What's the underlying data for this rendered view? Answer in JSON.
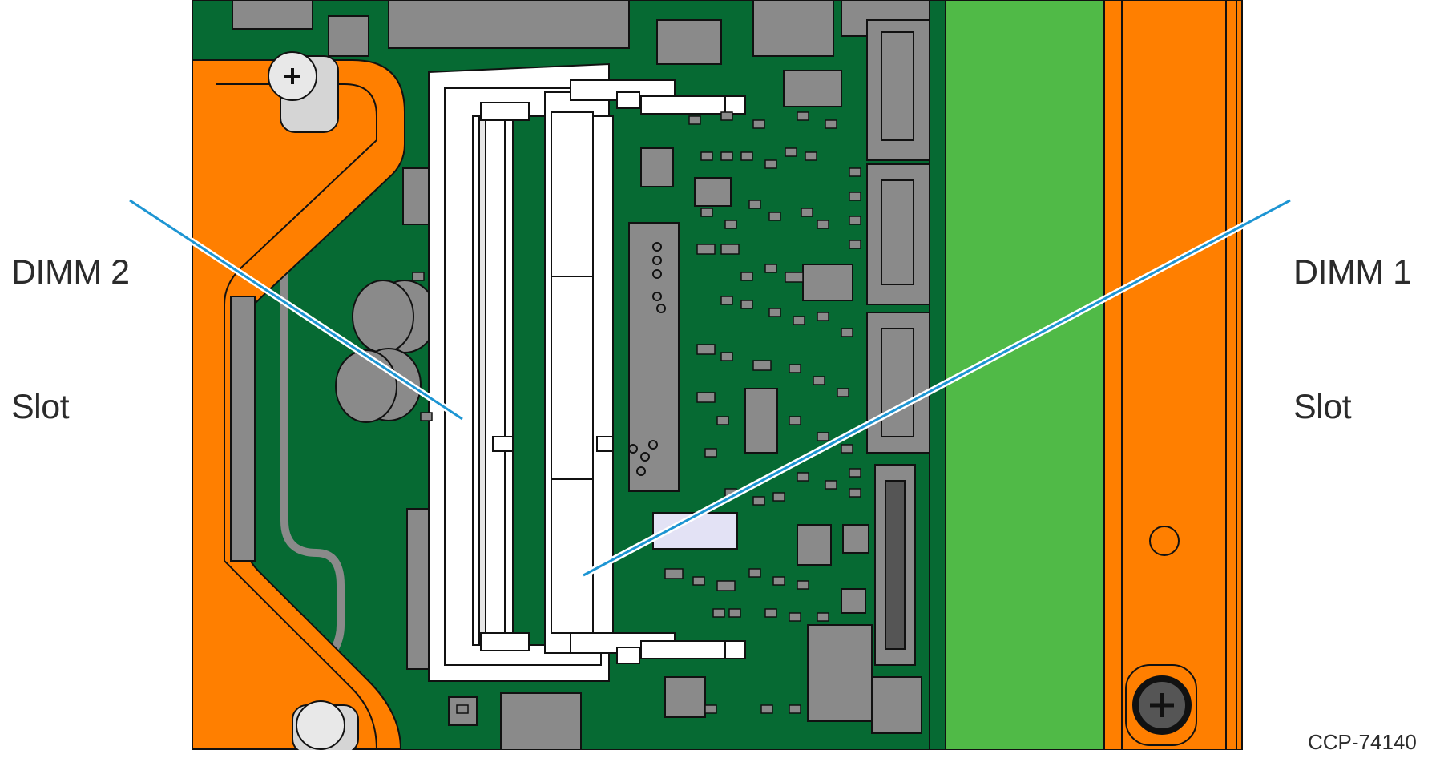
{
  "callouts": {
    "dimm2": {
      "line1": "DIMM 2",
      "line2": "Slot"
    },
    "dimm1": {
      "line1": "DIMM 1",
      "line2": "Slot"
    }
  },
  "figure_id": "CCP-74140",
  "colors": {
    "pcb": "#066a33",
    "bracket": "#ff7f00",
    "riser": "#50ba47",
    "slot": "#ffffff",
    "component": "#8a8a8a",
    "leader": "#1d95d3",
    "label": "#e3e2f5"
  }
}
